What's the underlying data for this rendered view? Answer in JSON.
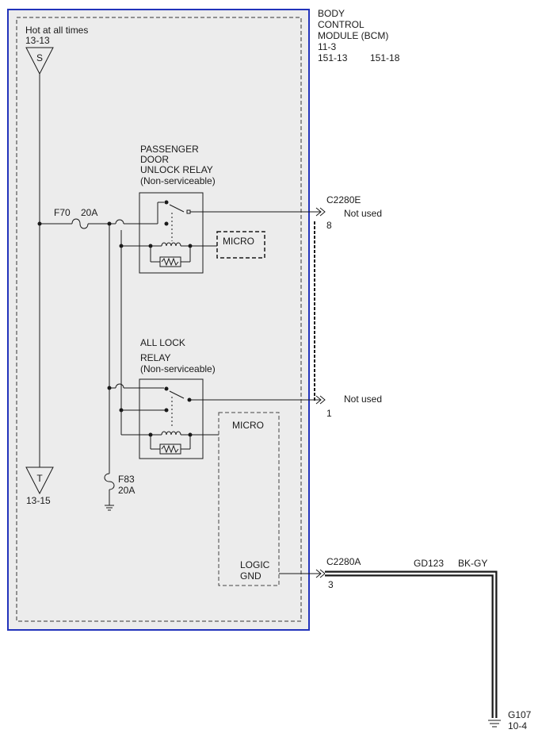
{
  "module": {
    "title_lines": [
      "BODY",
      "CONTROL",
      "MODULE (BCM)"
    ],
    "page_ref": "11-3",
    "ref_left": "151-13",
    "ref_right": "151-18",
    "border_color": "#2233bb",
    "fill_color": "#ececec"
  },
  "power": {
    "label": "Hot at all times",
    "top_ref": "13-13",
    "top_symbol": "S",
    "bottom_symbol": "T",
    "bottom_ref": "13-15"
  },
  "fuses": {
    "f70_name": "F70",
    "f70_rating": "20A",
    "f83_name": "F83",
    "f83_rating": "20A"
  },
  "relay1": {
    "lines": [
      "PASSENGER",
      "DOOR",
      "UNLOCK RELAY",
      "(Non-serviceable)"
    ],
    "micro_label": "MICRO"
  },
  "relay2": {
    "lines": [
      "ALL LOCK",
      "RELAY",
      "(Non-serviceable)"
    ]
  },
  "micro2": {
    "label": "MICRO",
    "logic_line1": "LOGIC",
    "logic_line2": "GND"
  },
  "connectors": {
    "c2280e": "C2280E",
    "pin8": "8",
    "not_used_1": "Not used",
    "pin1": "1",
    "not_used_2": "Not used",
    "c2280a": "C2280A",
    "pin3": "3"
  },
  "ground": {
    "circuit": "GD123",
    "wire_color": "BK-GY",
    "name": "G107",
    "ref": "10-4"
  }
}
